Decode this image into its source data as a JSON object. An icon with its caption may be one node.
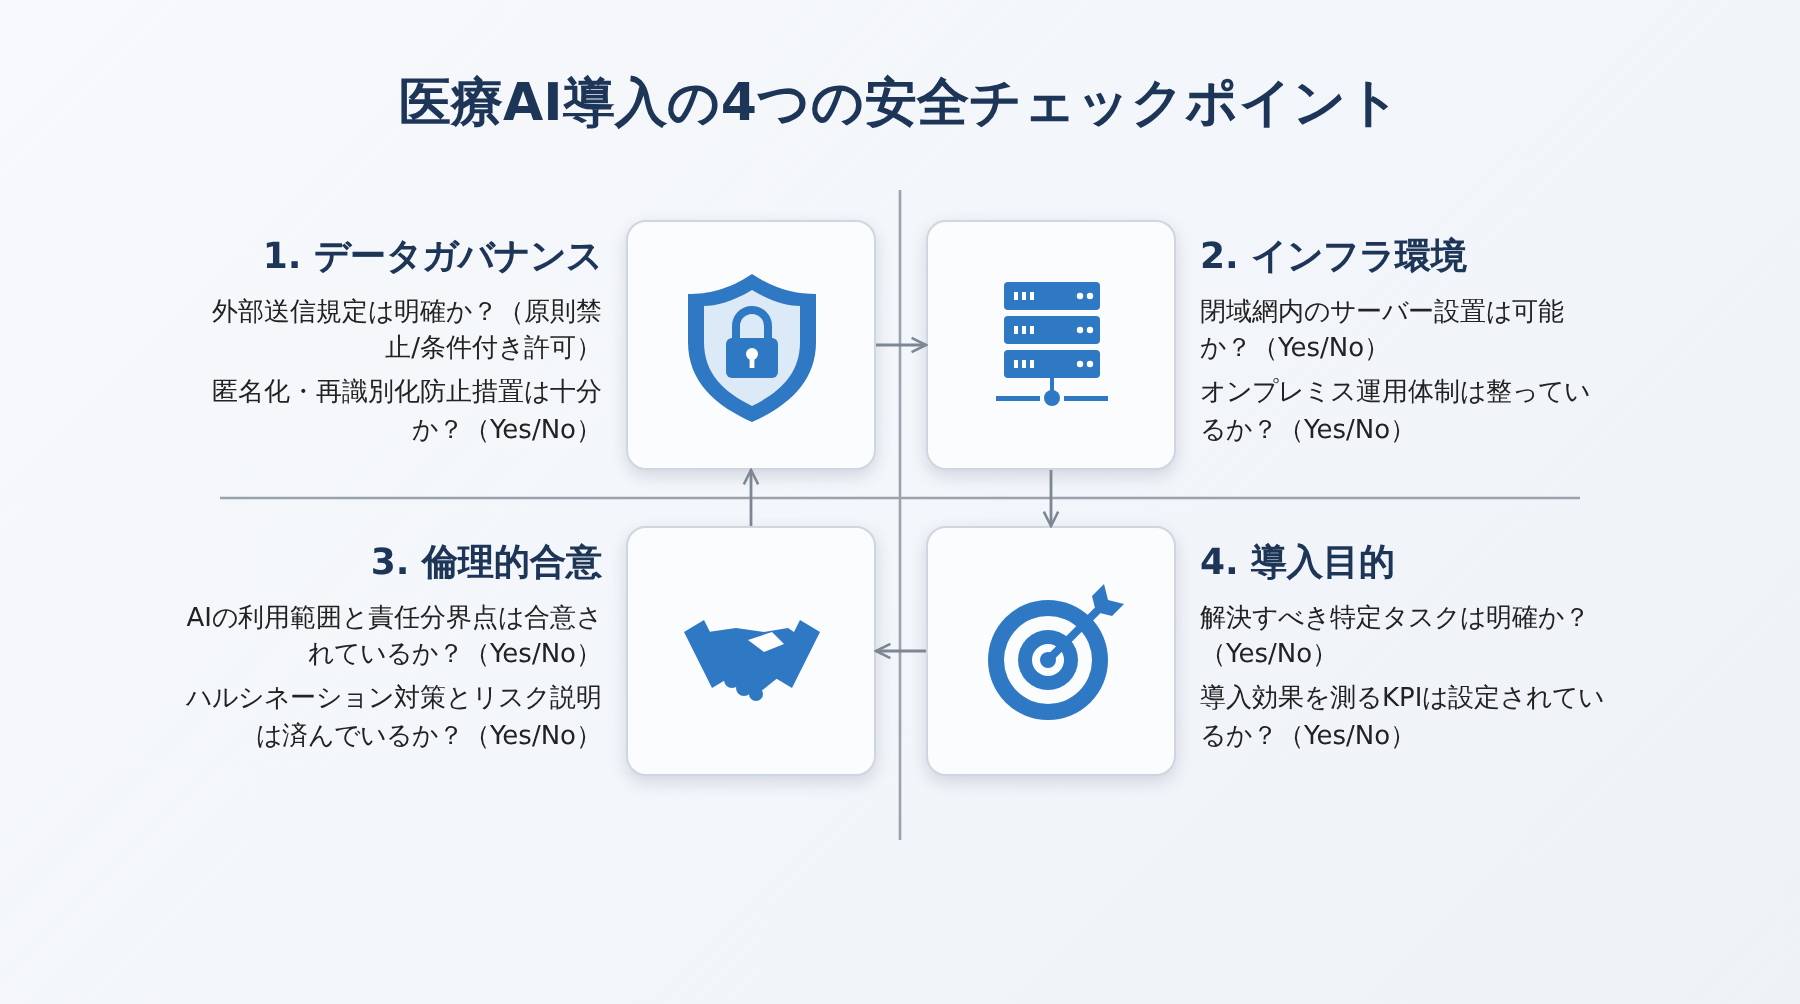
{
  "diagram": {
    "title": "医療AI導入の4つの安全チェックポイント",
    "nodes": [
      {
        "text": [
          "1. データガバナンス",
          "外部送信規定は明確か？（原則禁止/条件付き許可）",
          "匿名化・再識別化防止措置は十分か？（Yes/No）"
        ]
      },
      {
        "text": [
          "2. インフラ環境",
          "閉域網内のサーバー設置は可能か？（Yes/No）",
          "オンプレミス運用体制は整っているか？（Yes/No）"
        ]
      },
      {
        "text": [
          "3. 倫理的合意",
          "AIの利用範囲と責任分界点は合意されているか？（Yes/No）",
          "ハルシネーション対策とリスク説明は済んでいるか？（Yes/No）"
        ]
      },
      {
        "text": [
          "4. 導入目的",
          "解決すべき特定タスクは明確か？（Yes/No）",
          "導入効果を測るKPIは設定されているか？（Yes/No）"
        ]
      }
    ],
    "edges": [
      {
        "from": 0,
        "to": 1,
        "arrow": "to"
      },
      {
        "from": 1,
        "to": 3,
        "arrow": "to"
      },
      {
        "from": 3,
        "to": 2,
        "arrow": "to"
      },
      {
        "from": 2,
        "to": 0,
        "arrow": "to"
      }
    ]
  }
}
